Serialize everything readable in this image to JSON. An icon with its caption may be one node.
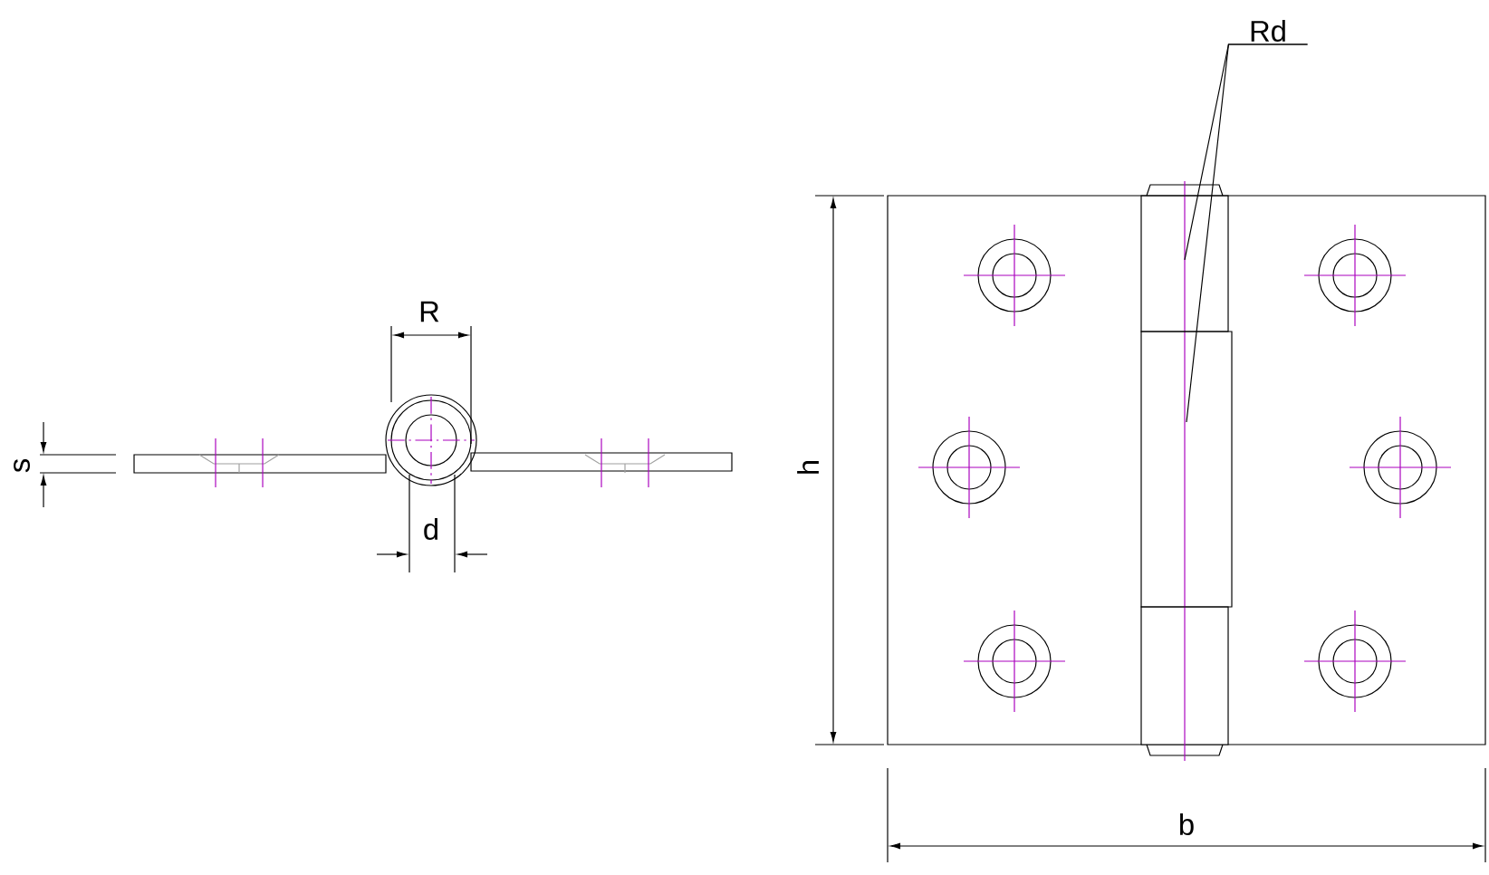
{
  "diagram": {
    "nodes": [
      {
        "text": [
          "Rd"
        ]
      },
      {
        "text": [],
        "shape": "box"
      },
      {
        "text": [],
        "shape": "box"
      }
    ],
    "edges": [
      {
        "from": 0,
        "to": 1,
        "arrow": "none"
      },
      {
        "from": 0,
        "to": 2,
        "arrow": "none"
      }
    ],
    "labels": [
      "R",
      "s",
      "d",
      "h",
      "b"
    ]
  }
}
